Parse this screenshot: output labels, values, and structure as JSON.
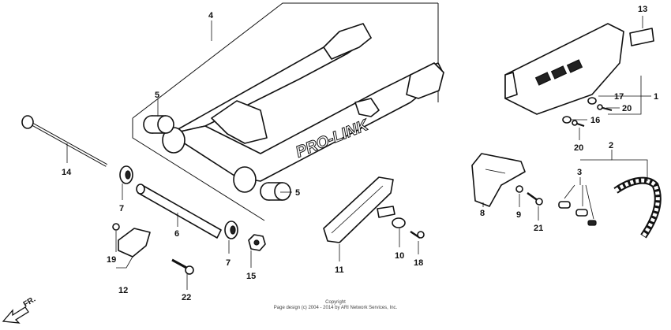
{
  "diagram": {
    "callouts": [
      {
        "id": "c1",
        "label": "1"
      },
      {
        "id": "c2",
        "label": "2"
      },
      {
        "id": "c3",
        "label": "3"
      },
      {
        "id": "c4",
        "label": "4"
      },
      {
        "id": "c5a",
        "label": "5"
      },
      {
        "id": "c5b",
        "label": "5"
      },
      {
        "id": "c6",
        "label": "6"
      },
      {
        "id": "c7a",
        "label": "7"
      },
      {
        "id": "c7b",
        "label": "7"
      },
      {
        "id": "c8",
        "label": "8"
      },
      {
        "id": "c9",
        "label": "9"
      },
      {
        "id": "c10",
        "label": "10"
      },
      {
        "id": "c11",
        "label": "11"
      },
      {
        "id": "c12",
        "label": "12"
      },
      {
        "id": "c13",
        "label": "13"
      },
      {
        "id": "c14",
        "label": "14"
      },
      {
        "id": "c15",
        "label": "15"
      },
      {
        "id": "c16",
        "label": "16"
      },
      {
        "id": "c17",
        "label": "17"
      },
      {
        "id": "c18",
        "label": "18"
      },
      {
        "id": "c19",
        "label": "19"
      },
      {
        "id": "c20a",
        "label": "20"
      },
      {
        "id": "c20b",
        "label": "20"
      },
      {
        "id": "c21",
        "label": "21"
      },
      {
        "id": "c22",
        "label": "22"
      }
    ],
    "swingarm_text": "PRO-LINK",
    "direction_label": "FR."
  },
  "footer": {
    "line1": "Copyright",
    "line2": "Page design (c) 2004 - 2014 by ARI Network Services, Inc."
  }
}
